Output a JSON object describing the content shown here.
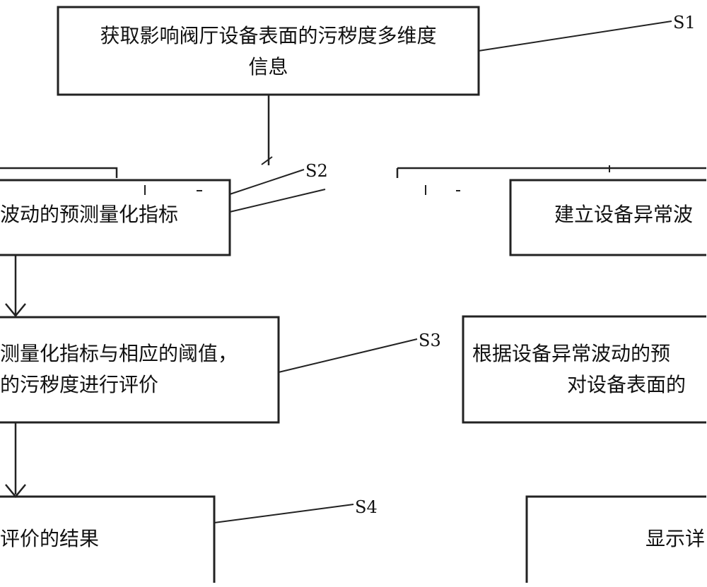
{
  "boxes": {
    "s1_line1": "获取影响阀厅设备表面的污秽度多维度",
    "s1_line2": "信息",
    "left_s2": "波动的预测量化指标",
    "right_s2": "建立设备异常波",
    "left_s3_line1": "测量化指标与相应的阈值，",
    "left_s3_line2": "的污秽度进行评价",
    "right_s3_line1": "根据设备异常波动的预",
    "right_s3_line2": "对设备表面的",
    "left_s4": "评价的结果",
    "right_s4": "显示详"
  },
  "step_labels": {
    "s1": "S1",
    "s2": "S2",
    "s3": "S3",
    "s4": "S4"
  }
}
